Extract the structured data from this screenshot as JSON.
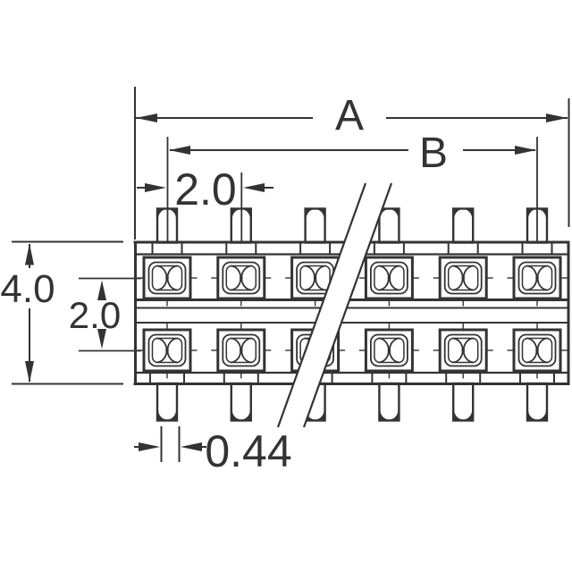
{
  "drawing": {
    "background": "#ffffff",
    "line_color": "#333333",
    "labels": {
      "dim_a": "A",
      "dim_b": "B",
      "pin_pitch": "2.0",
      "body_height": "4.0",
      "row_spacing": "2.0",
      "pin_width": "0.44"
    },
    "connector": {
      "rows": 2,
      "positions_visible": 6,
      "broken_view": true
    }
  }
}
